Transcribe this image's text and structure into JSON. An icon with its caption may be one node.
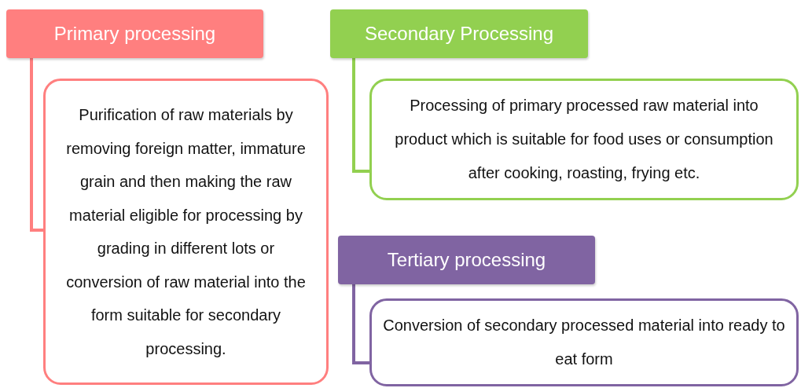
{
  "diagram": {
    "nodes": [
      {
        "text": [
          "Primary processing"
        ]
      },
      {
        "text": [
          "Purification of raw materials by removing foreign matter, immature grain and then making the raw material eligible for processing by grading in different lots or conversion of raw material into the form suitable for secondary processing."
        ]
      },
      {
        "text": [
          "Secondary Processing"
        ]
      },
      {
        "text": [
          "Processing of primary processed raw material into product which is suitable for food uses or consumption after cooking, roasting, frying etc."
        ]
      },
      {
        "text": [
          "Tertiary processing"
        ]
      },
      {
        "text": [
          "Conversion of secondary processed material into ready to eat form"
        ]
      }
    ],
    "edges": [
      {
        "from": 0,
        "to": 1,
        "arrow": "none",
        "color": "#ff7f7f"
      },
      {
        "from": 2,
        "to": 3,
        "arrow": "none",
        "color": "#92d050"
      },
      {
        "from": 4,
        "to": 5,
        "arrow": "none",
        "color": "#8064a2"
      }
    ]
  }
}
